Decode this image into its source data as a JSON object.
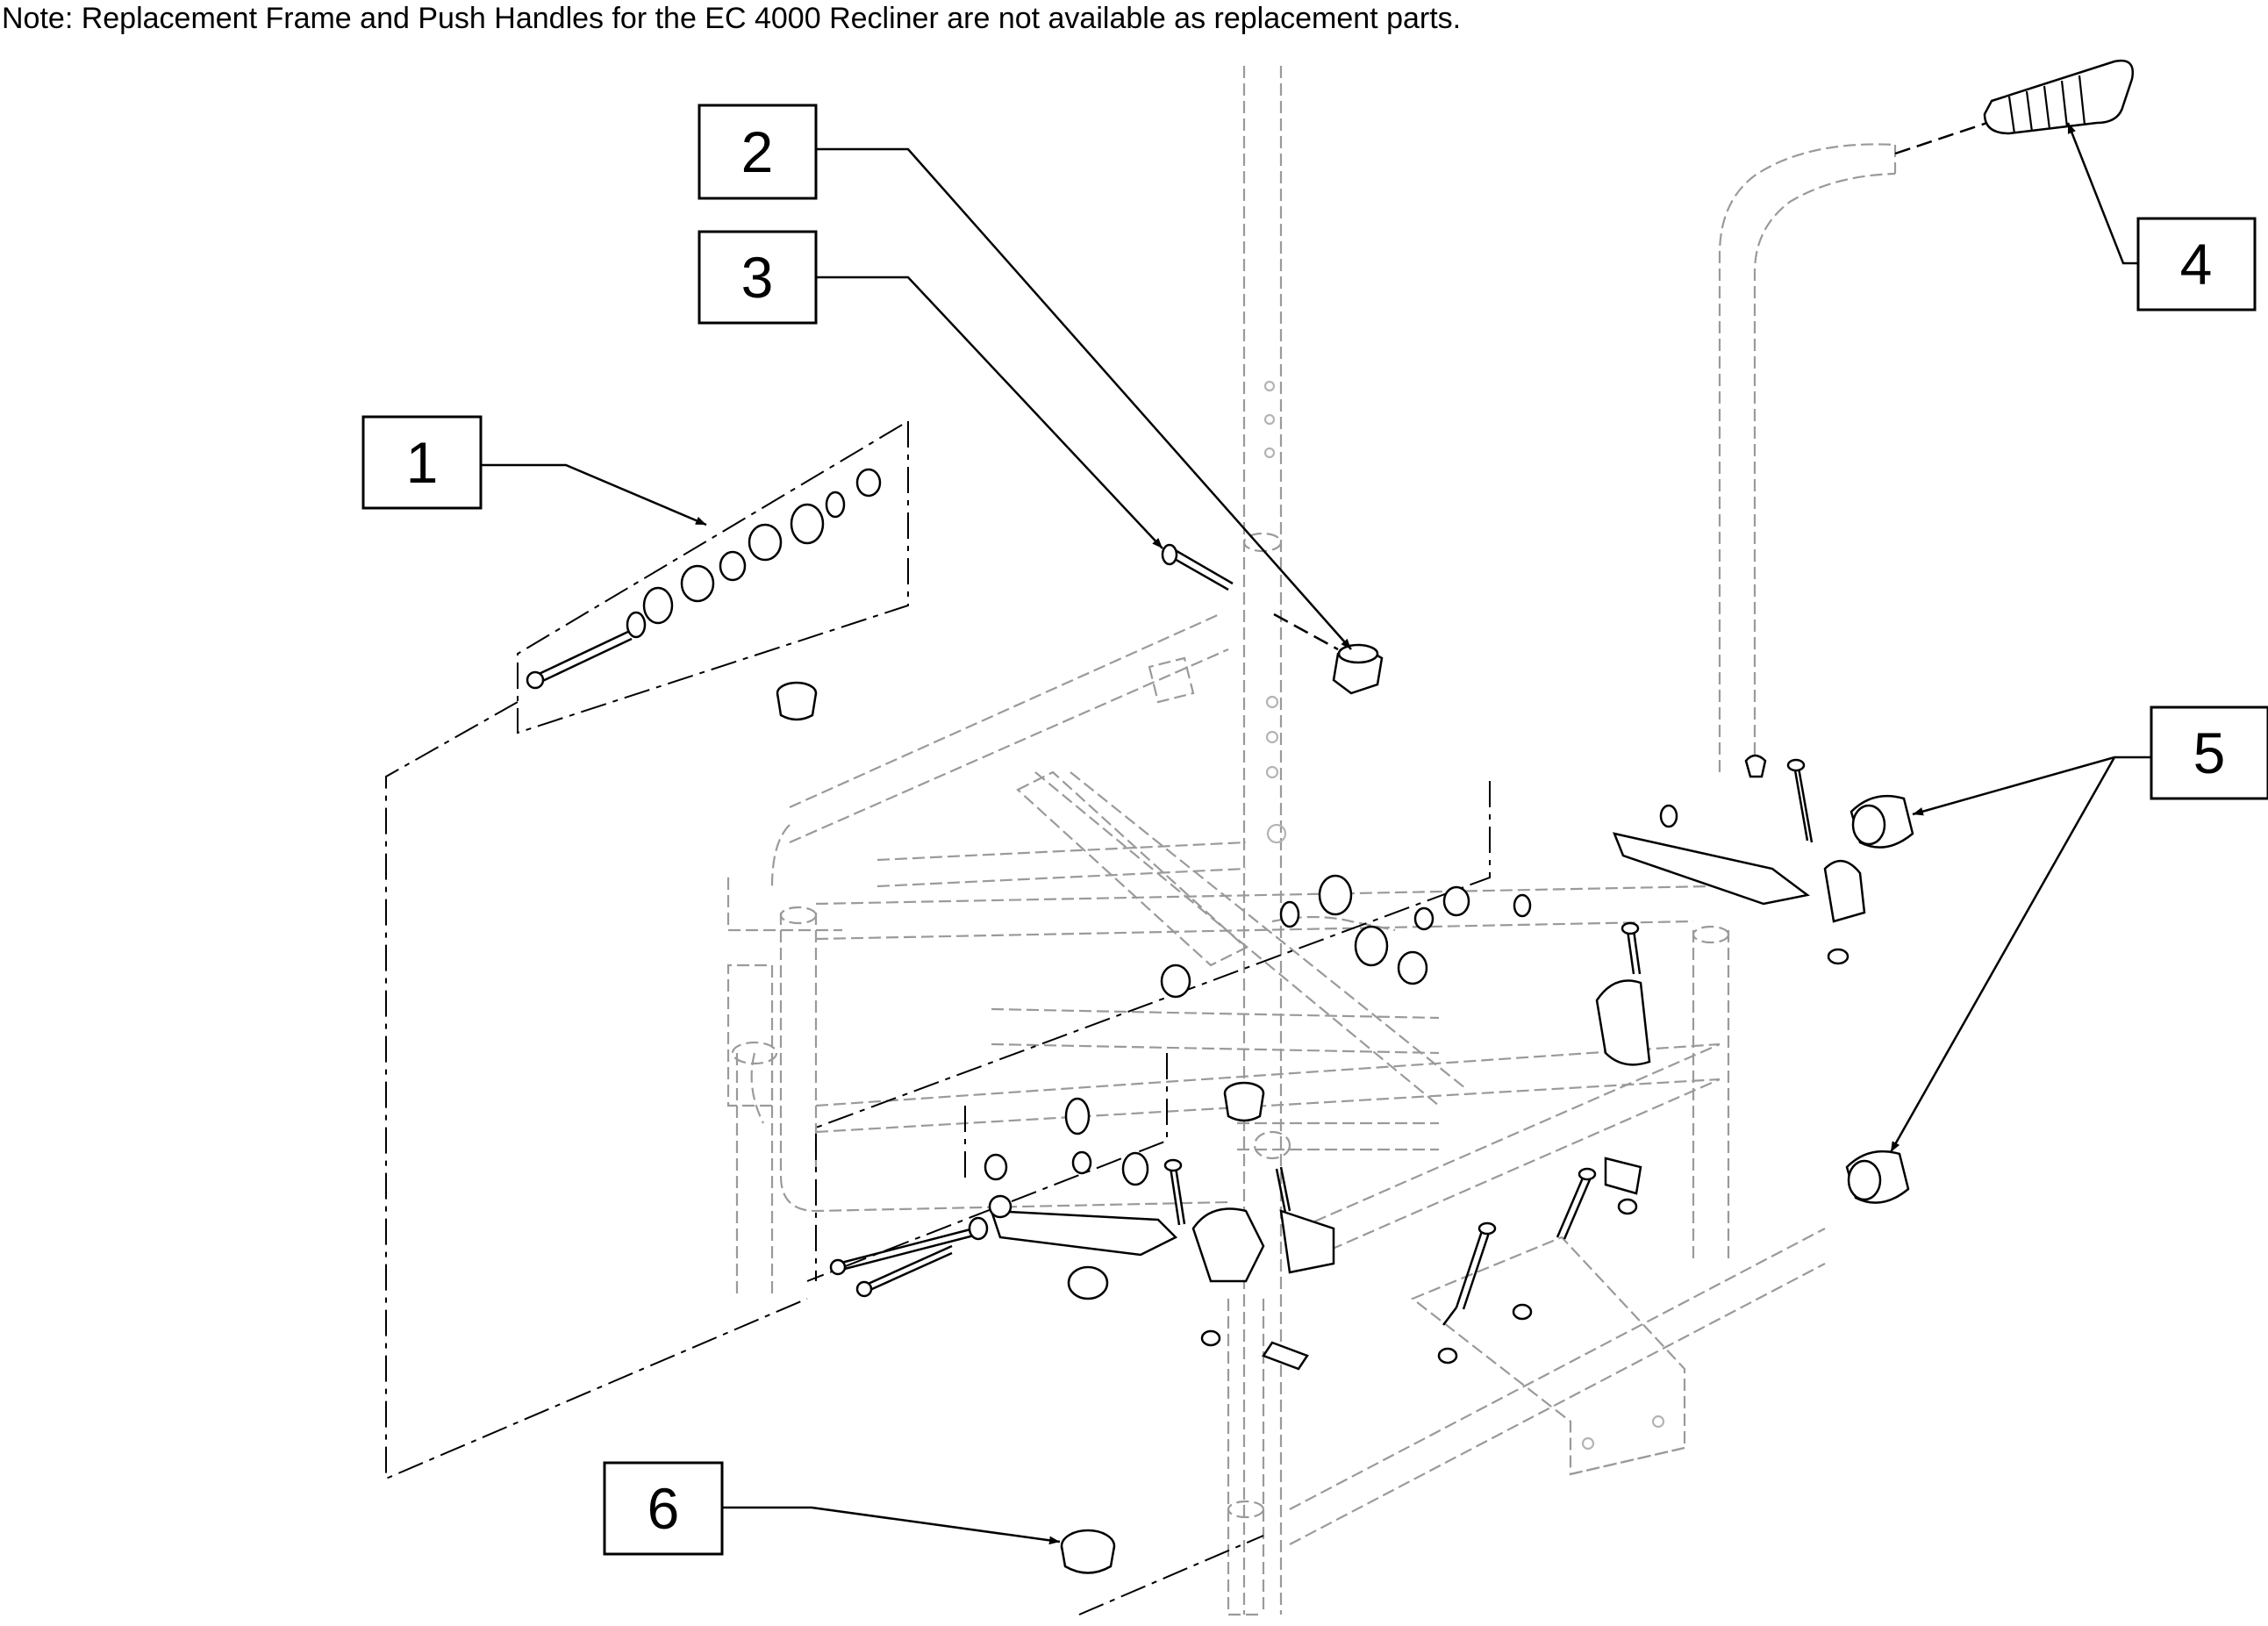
{
  "note": "Note: Replacement Frame and Push Handles for the EC 4000 Recliner are not available as replacement parts.",
  "callouts": [
    {
      "label": "1"
    },
    {
      "label": "2"
    },
    {
      "label": "3"
    },
    {
      "label": "4"
    },
    {
      "label": "5"
    },
    {
      "label": "6"
    }
  ]
}
